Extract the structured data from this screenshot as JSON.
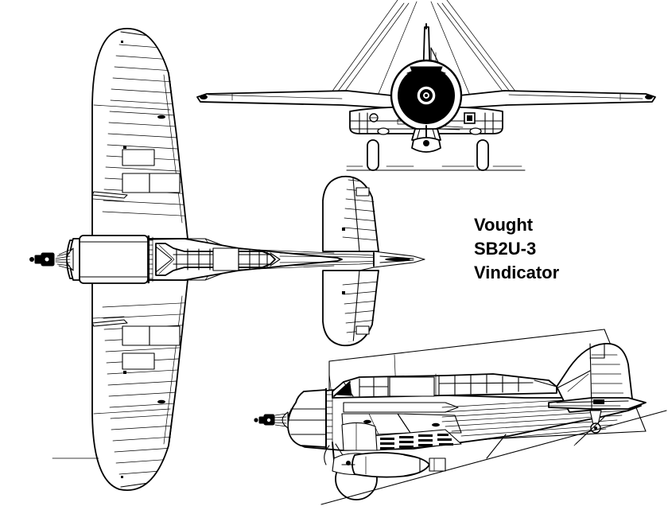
{
  "document": {
    "kind": "three-view-line-drawing",
    "subject": "aircraft",
    "background_color": "#ffffff",
    "line_color": "#000000"
  },
  "caption": {
    "line1": "Vought",
    "line2": "SB2U-3",
    "line3": "Vindicator"
  },
  "views": {
    "plan": {
      "label": "plan-view-top",
      "orientation": "nose-left",
      "features": [
        "propeller-hub",
        "engine-cowling",
        "cockpit-canopy-glazing",
        "port-wing",
        "starboard-wing",
        "ailerons-ribbed",
        "wing-access-panels",
        "rear-fuselage-stringers",
        "horizontal-stabilizer",
        "elevators-ribbed",
        "vertical-fin"
      ]
    },
    "front": {
      "label": "front-view",
      "features": [
        "radial-engine-disc",
        "cowl-ring",
        "propeller-blades",
        "antenna-mast",
        "vertical-fin-edge-on",
        "port-wing-dihedral",
        "starboard-wing-dihedral",
        "main-landing-gear",
        "wheel-spats",
        "ground-line",
        "wheel-track-left",
        "wheel-track-right"
      ]
    },
    "side": {
      "label": "side-view-profile",
      "orientation": "nose-left",
      "features": [
        "propeller-hub",
        "engine-cowling",
        "exhaust-stacks",
        "cockpit-canopy-framing",
        "rear-gunner-position",
        "fuselage-stringers",
        "wing-planform-outline",
        "vertical-fin-ribbed-rudder",
        "horizontal-stabilizer",
        "tail-wheel",
        "arrestor-hook",
        "main-landing-gear",
        "main-wheel",
        "centerline-bomb",
        "ground-reference-line"
      ]
    }
  }
}
